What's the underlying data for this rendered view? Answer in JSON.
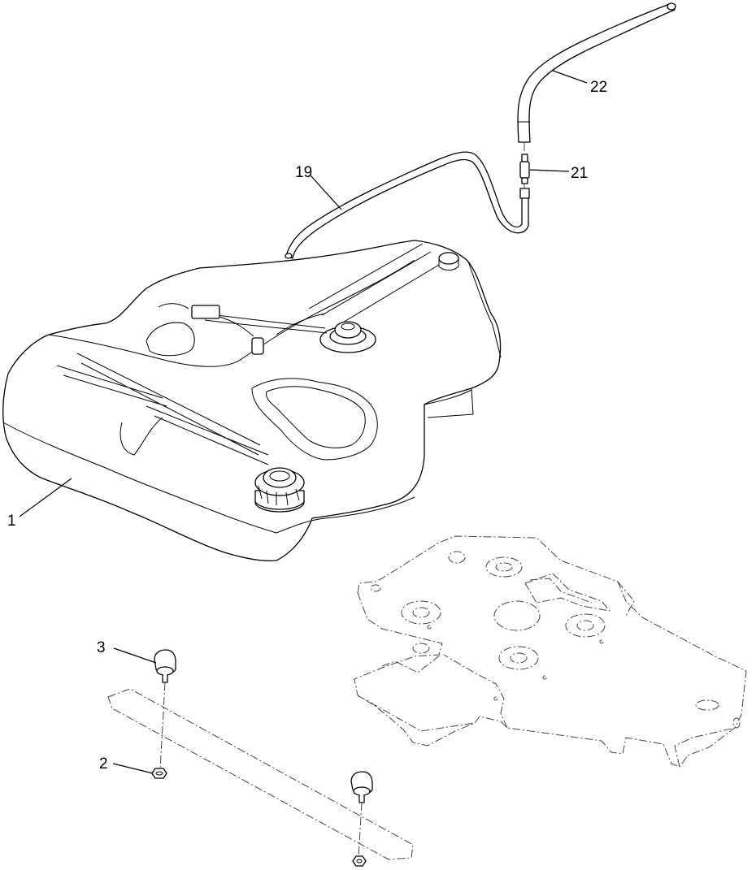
{
  "callouts": {
    "c22": "22",
    "c21": "21",
    "c19": "19",
    "c1": "1",
    "c3": "3",
    "c2": "2"
  }
}
